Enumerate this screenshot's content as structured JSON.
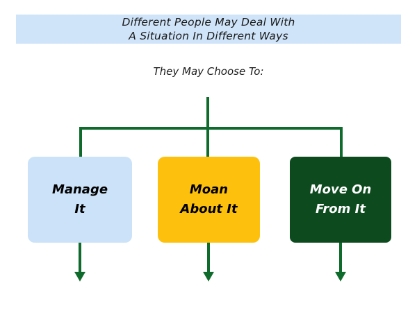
{
  "diagram": {
    "title": {
      "line1": "Different People May Deal With",
      "line2": "A Situation In Different Ways"
    },
    "subtitle": "They May Choose To:",
    "boxes": [
      {
        "id": "manage-it",
        "line1": "Manage",
        "line2": "It",
        "bg": "#cbe2f8",
        "text_color": "#000000"
      },
      {
        "id": "moan-about-it",
        "line1": "Moan",
        "line2": "About It",
        "bg": "#fdc10d",
        "text_color": "#000000"
      },
      {
        "id": "move-on-from-it",
        "line1": "Move On",
        "line2": "From It",
        "bg": "#0d4b1e",
        "text_color": "#ffffff"
      }
    ],
    "colors": {
      "title_banner_bg": "#cfe4f9",
      "connector_green": "#0f6b2c",
      "page_background": "#ffffff",
      "title_text": "#1a1a1a"
    }
  }
}
